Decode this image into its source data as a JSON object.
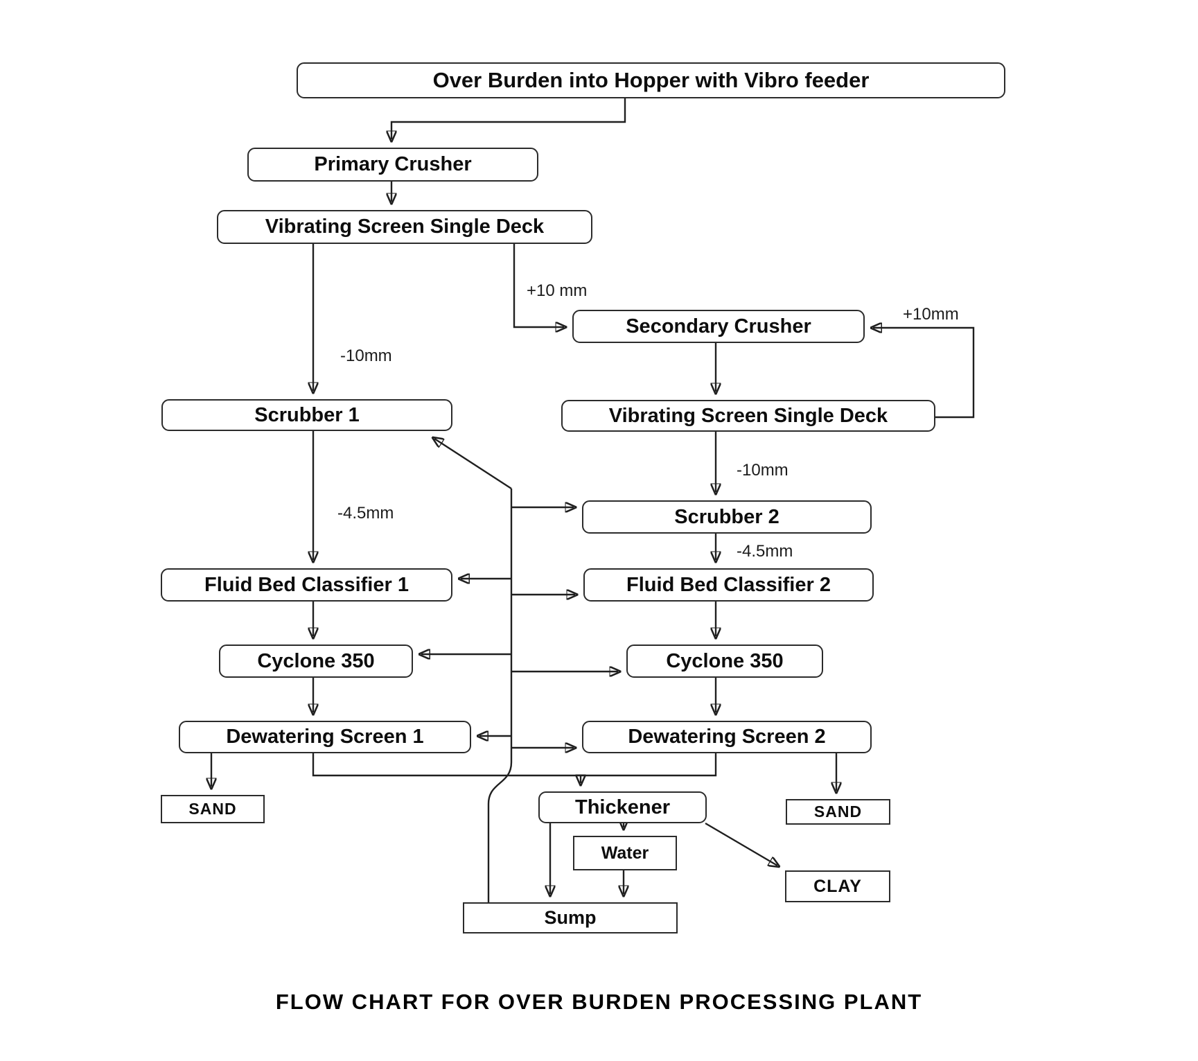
{
  "title": "FLOW CHART FOR OVER BURDEN PROCESSING PLANT",
  "nodes": {
    "hopper": "Over Burden into Hopper with Vibro feeder",
    "primary_crusher": "Primary Crusher",
    "vibrating_screen_1": "Vibrating Screen Single Deck",
    "secondary_crusher": "Secondary Crusher",
    "scrubber_1": "Scrubber 1",
    "vibrating_screen_2": "Vibrating Screen Single Deck",
    "scrubber_2": "Scrubber 2",
    "fluid_bed_classifier_1": "Fluid Bed Classifier 1",
    "fluid_bed_classifier_2": "Fluid Bed Classifier 2",
    "cyclone_left": "Cyclone 350",
    "cyclone_right": "Cyclone 350",
    "dewatering_screen_1": "Dewatering Screen 1",
    "dewatering_screen_2": "Dewatering Screen 2",
    "sand_left": "SAND",
    "thickener": "Thickener",
    "sand_right": "SAND",
    "water": "Water",
    "clay": "CLAY",
    "sump": "Sump"
  },
  "edge_labels": {
    "plus_10mm_feed": "+10 mm",
    "plus_10mm_recycle": "+10mm",
    "minus_10mm_left": "-10mm",
    "minus_10mm_right": "-10mm",
    "minus_4_5mm_left": "-4.5mm",
    "minus_4_5mm_right": "-4.5mm"
  },
  "colors": {
    "background": "#ffffff",
    "box_fill": "#ffffff",
    "box_border": "#2b2b2b",
    "line": "#1f1f1f",
    "text": "#0d0d0d"
  }
}
